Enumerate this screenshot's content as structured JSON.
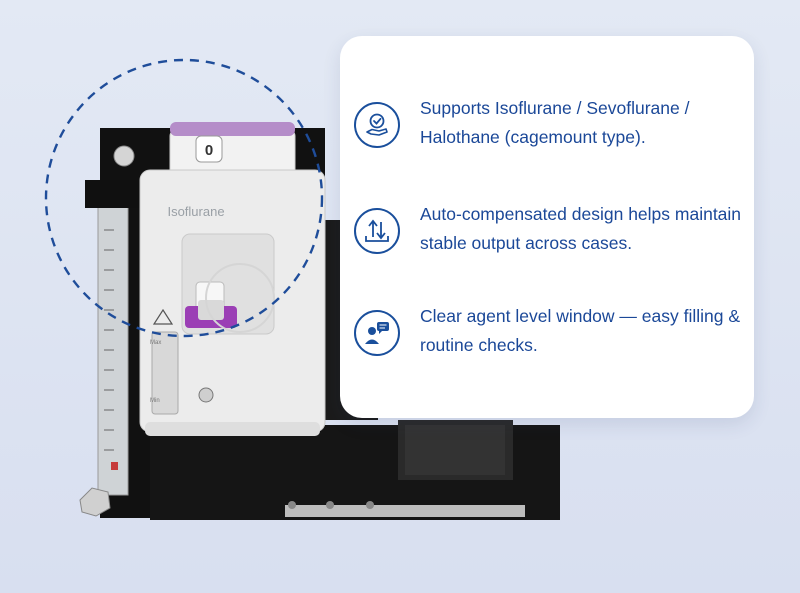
{
  "device": {
    "dial_label": "0",
    "brand_label": "Isoflurane",
    "max_label": "Max",
    "min_label": "Min"
  },
  "features": [
    {
      "icon": "badge-check-hand-icon",
      "text": "Supports Isoflurane / Sevoflurane / Halothane (cagemount type)."
    },
    {
      "icon": "up-down-arrows-icon",
      "text": "Auto-compensated design helps maintain stable output across cases."
    },
    {
      "icon": "person-chat-icon",
      "text": "Clear agent level window — easy filling & routine checks."
    }
  ],
  "colors": {
    "accent": "#1a4f9c",
    "text": "#1b4898",
    "background": "#dde4f2",
    "dashed_circle": "#1f4d9a",
    "agent_purple": "#9b3fb5"
  }
}
